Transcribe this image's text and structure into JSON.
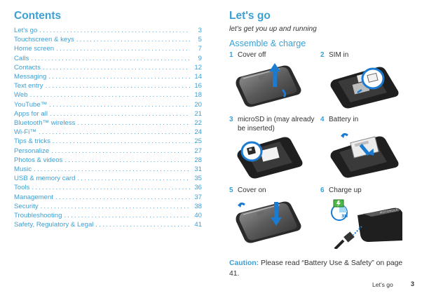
{
  "toc": {
    "title": "Contents",
    "entries": [
      {
        "label": "Let's go",
        "page": "3"
      },
      {
        "label": "Touchscreen & keys",
        "page": "5"
      },
      {
        "label": "Home screen",
        "page": "7"
      },
      {
        "label": "Calls",
        "page": "9"
      },
      {
        "label": "Contacts",
        "page": "12"
      },
      {
        "label": "Messaging",
        "page": "14"
      },
      {
        "label": "Text entry",
        "page": "16"
      },
      {
        "label": "Web",
        "page": "18"
      },
      {
        "label": "YouTube™",
        "page": "20"
      },
      {
        "label": "Apps for all",
        "page": "21"
      },
      {
        "label": "Bluetooth™ wireless",
        "page": "22"
      },
      {
        "label": "Wi-Fi™",
        "page": "24"
      },
      {
        "label": "Tips & tricks",
        "page": "25"
      },
      {
        "label": "Personalize",
        "page": "27"
      },
      {
        "label": "Photos & videos",
        "page": "28"
      },
      {
        "label": "Music",
        "page": "31"
      },
      {
        "label": "USB & memory card",
        "page": "35"
      },
      {
        "label": "Tools",
        "page": "36"
      },
      {
        "label": "Management",
        "page": "37"
      },
      {
        "label": "Security",
        "page": "38"
      },
      {
        "label": "Troubleshooting",
        "page": "40"
      },
      {
        "label": "Safety, Regulatory & Legal",
        "page": "41"
      }
    ]
  },
  "letsgo": {
    "title": "Let's go",
    "subtitle": "let's get you up and running",
    "section": "Assemble & charge",
    "steps": [
      {
        "num": "1",
        "label": "Cover off"
      },
      {
        "num": "2",
        "label": "SIM  in"
      },
      {
        "num": "3",
        "label": "microSD in (may already be inserted)"
      },
      {
        "num": "4",
        "label": "Battery in"
      },
      {
        "num": "5",
        "label": "Cover on"
      },
      {
        "num": "6",
        "label": "Charge up"
      }
    ],
    "charge_badge": "3H"
  },
  "caution": {
    "word": "Caution:",
    "text": "Please read “Battery Use & Safety” on page 41."
  },
  "footer": {
    "label": "Let's go",
    "page": "3"
  },
  "colors": {
    "accent": "#3aa0d6",
    "text": "#333333"
  }
}
